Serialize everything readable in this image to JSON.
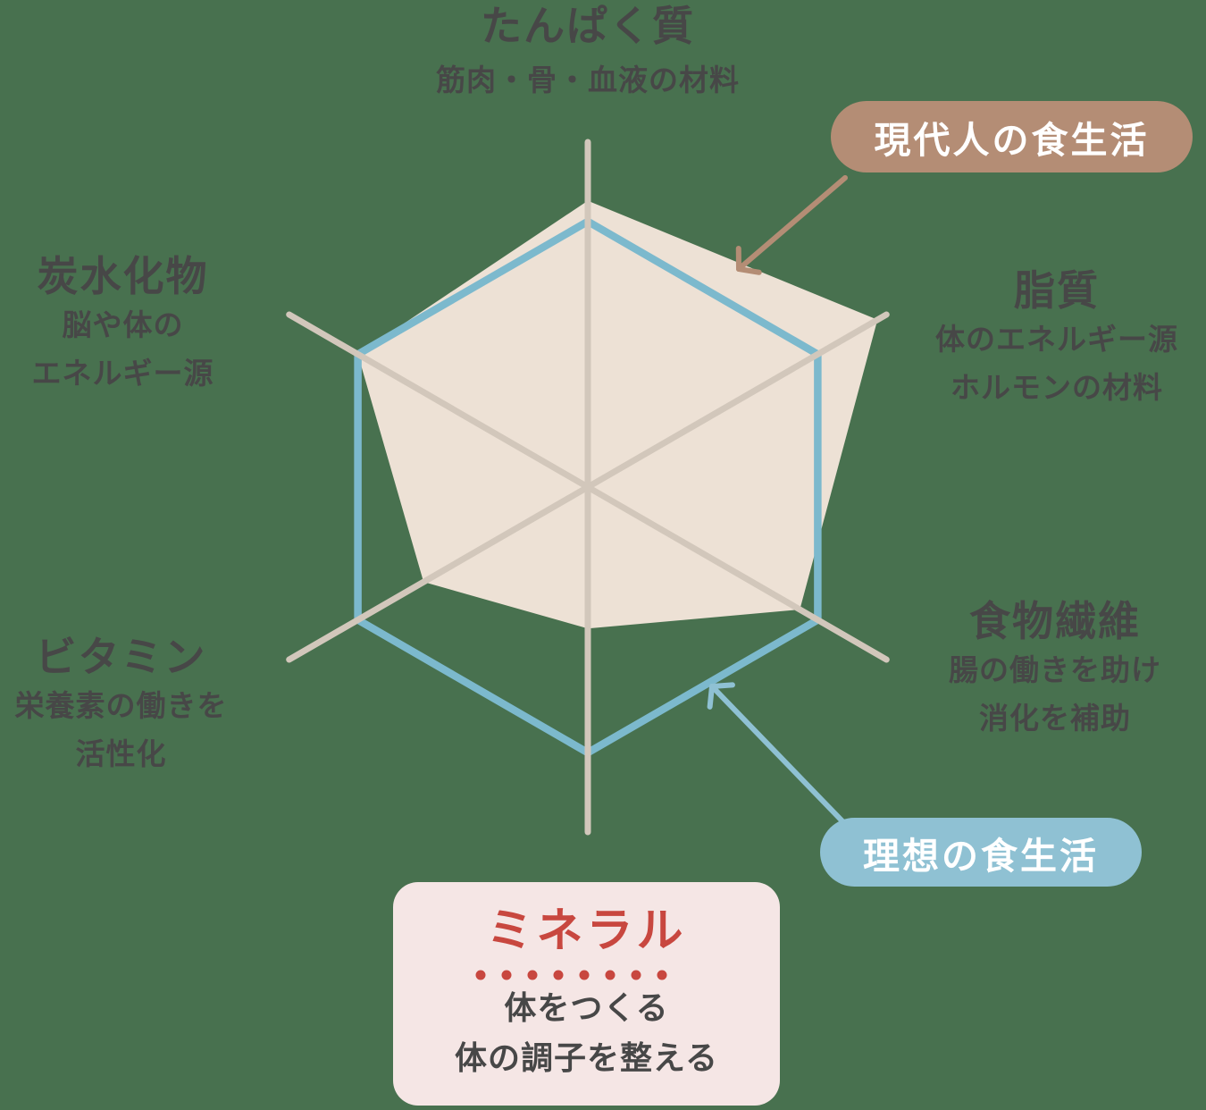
{
  "colors": {
    "background": "#48714F",
    "text": "#474747",
    "modern_accent": "#B48D75",
    "ideal_accent": "#8FC1D3",
    "chart_fill": "#EDE1D5",
    "chart_outline": "#7CB9CD",
    "spokes": "#D2C7BB",
    "mineral_red": "#C8473F",
    "mineral_box_bg": "#F5E6E5",
    "pill_text": "#FFFFFF"
  },
  "chart_data": {
    "type": "radar",
    "scale_max": 1,
    "grid": "spokes-only, 6 axes, no rings",
    "legend_position": "floating pills with arrows (top-right and bottom-right)",
    "axes": [
      {
        "label": "たんぱく質",
        "desc": [
          "筋肉・骨・血液の材料"
        ]
      },
      {
        "label": "脂質",
        "desc": [
          "体のエネルギー源",
          "ホルモンの材料"
        ]
      },
      {
        "label": "食物繊維",
        "desc": [
          "腸の働きを助け",
          "消化を補助"
        ]
      },
      {
        "label": "ミネラル",
        "desc": [
          "体をつくる",
          "体の調子を整える"
        ]
      },
      {
        "label": "ビタミン",
        "desc": [
          "栄養素の働きを",
          "活性化"
        ]
      },
      {
        "label": "炭水化物",
        "desc": [
          "脳や体の",
          "エネルギー源"
        ]
      }
    ],
    "series": [
      {
        "name": "現代人の食生活",
        "style": "filled-area",
        "color": "#EDE1D5",
        "values": [
          0.83,
          0.97,
          0.71,
          0.41,
          0.55,
          0.77
        ]
      },
      {
        "name": "理想の食生活",
        "style": "outline",
        "color": "#7CB9CD",
        "values": [
          0.77,
          0.77,
          0.77,
          0.77,
          0.77,
          0.77
        ]
      }
    ]
  }
}
